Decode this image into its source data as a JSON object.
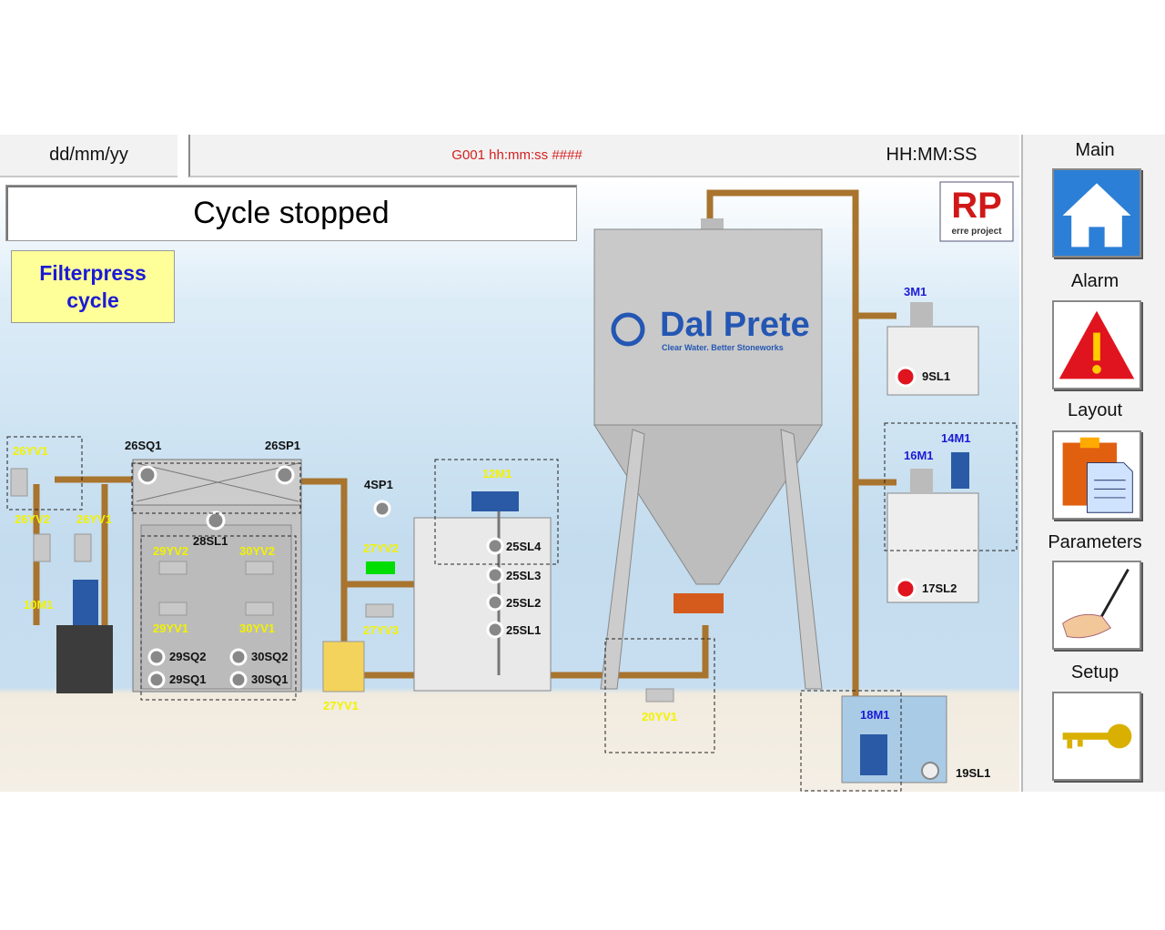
{
  "header": {
    "date": "dd/mm/yy",
    "message": "G001 hh:mm:ss ####",
    "time": "HH:MM:SS"
  },
  "status": "Cycle stopped",
  "cycle_button": {
    "line1": "Filterpress",
    "line2": "cycle"
  },
  "logo": {
    "brand": "RP",
    "sub": "erre project"
  },
  "silo_logo": {
    "name": "Dal Prete",
    "tagline": "Clear Water. Better Stoneworks"
  },
  "nav": [
    {
      "label": "Main",
      "icon": "home-icon"
    },
    {
      "label": "Alarm",
      "icon": "warning-icon"
    },
    {
      "label": "Layout",
      "icon": "clipboard-icon"
    },
    {
      "label": "Parameters",
      "icon": "hand-pen-icon"
    },
    {
      "label": "Setup",
      "icon": "key-icon"
    }
  ],
  "tags": {
    "t26SQ1": "26SQ1",
    "t26SP1": "26SP1",
    "t28SL1": "28SL1",
    "t29SQ2": "29SQ2",
    "t29SQ1": "29SQ1",
    "t30SQ2": "30SQ2",
    "t30SQ1": "30SQ1",
    "t4SP1": "4SP1",
    "t25SL4": "25SL4",
    "t25SL3": "25SL3",
    "t25SL2": "25SL2",
    "t25SL1": "25SL1",
    "t3M1": "3M1",
    "t9SL1": "9SL1",
    "t14M1": "14M1",
    "t16M1": "16M1",
    "t17SL2": "17SL2",
    "t18M1": "18M1",
    "t19SL1": "19SL1"
  },
  "yellow_tags": {
    "y26YV1": "26YV1",
    "y26YV2": "26YV2",
    "y26YV3": "26YV1",
    "y10M1": "10M1",
    "y29YV2": "29YV2",
    "y30YV2": "30YV2",
    "y29YV1": "29YV1",
    "y30YV1": "30YV1",
    "y27YV2": "27YV2",
    "y27YV3": "27YV3",
    "y27YV1": "27YV1",
    "y12M1": "12M1",
    "y20YV1": "20YV1"
  },
  "colors": {
    "pipe": "#a8742e",
    "label_yellow": "#f2f200",
    "label_blue": "#1b1bd6",
    "valve_on": "#00dd00",
    "alarm": "#e0141e"
  }
}
